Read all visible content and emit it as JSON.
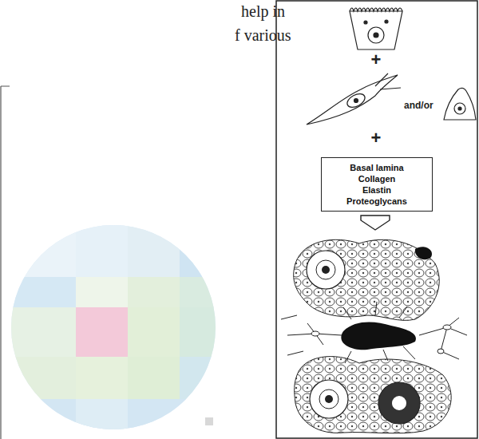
{
  "diagram": {
    "nodes": [
      {
        "text": [
          "Basal lamina",
          "Collagen",
          "Elastin",
          "Proteoglycans"
        ]
      }
    ],
    "labels": [
      "help in",
      "f various",
      "+",
      "and/or",
      "+"
    ]
  }
}
